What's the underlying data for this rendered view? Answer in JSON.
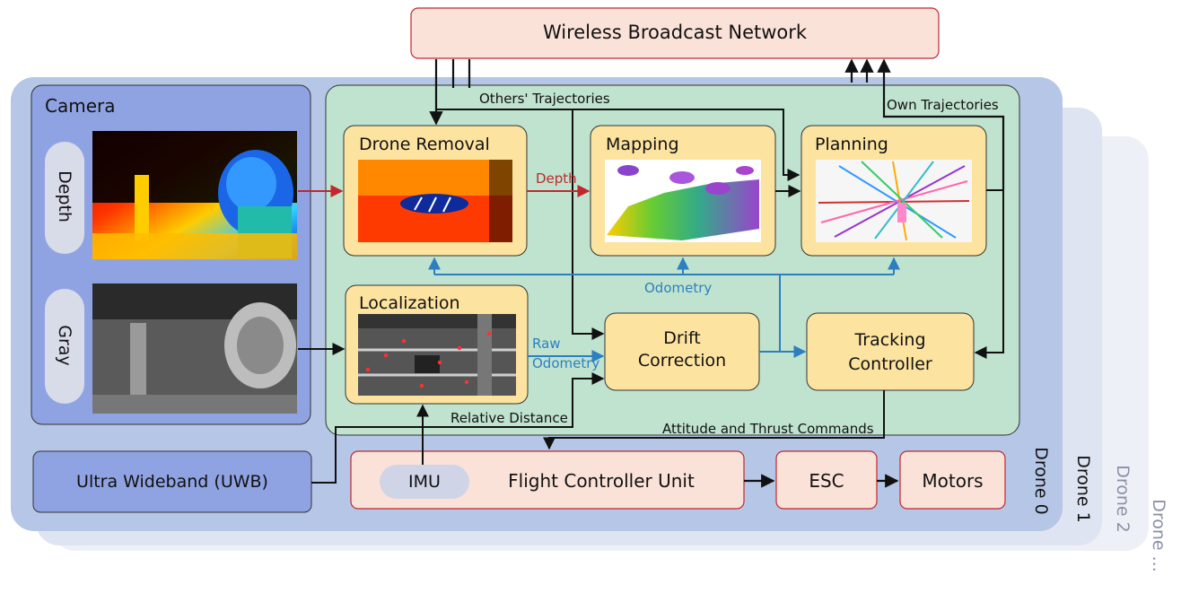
{
  "network": {
    "title": "Wireless Broadcast Network"
  },
  "flows": {
    "others": "Others' Trajectories",
    "own": "Own Trajectories"
  },
  "camera": {
    "title": "Camera",
    "depth": "Depth",
    "gray": "Gray"
  },
  "modules": {
    "drone_removal": "Drone Removal",
    "mapping": "Mapping",
    "planning": "Planning",
    "localization": "Localization",
    "drift_1": "Drift",
    "drift_2": "Correction",
    "tracking_1": "Tracking",
    "tracking_2": "Controller"
  },
  "signals": {
    "depth": "Depth",
    "odometry": "Odometry",
    "raw_1": "Raw",
    "raw_2": "Odometry",
    "relative": "Relative Distance",
    "attitude": "Attitude and Thrust Commands"
  },
  "hardware": {
    "uwb": "Ultra Wideband (UWB)",
    "imu": "IMU",
    "fcu": "Flight Controller Unit",
    "esc": "ESC",
    "motors": "Motors"
  },
  "drones": [
    "Drone 0",
    "Drone 1",
    "Drone 2",
    "Drone ..."
  ],
  "colors": {
    "red_arrow": "#c0282d",
    "blue_arrow": "#2e7fc0",
    "green_panel": "#bfe3cf",
    "module": "#fde3a0",
    "hardware": "#fbe2d8"
  }
}
